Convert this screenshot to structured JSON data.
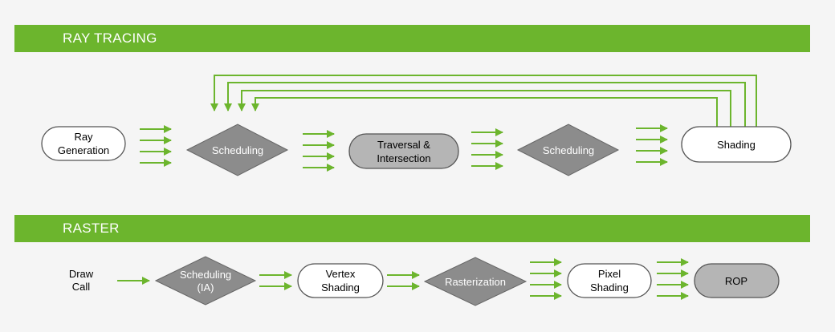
{
  "colors": {
    "accent": "#6cb52d",
    "node_white": "#ffffff",
    "node_gray": "#b5b5b5",
    "diamond": "#8c8c8c",
    "stroke": "#555555"
  },
  "sections": {
    "ray_tracing": {
      "title": "RAY TRACING"
    },
    "raster": {
      "title": "RASTER"
    }
  },
  "ray_tracing": {
    "ray_generation": [
      "Ray",
      "Generation"
    ],
    "scheduling_1": "Scheduling",
    "traversal": [
      "Traversal &",
      "Intersection"
    ],
    "scheduling_2": "Scheduling",
    "shading": "Shading"
  },
  "raster": {
    "draw_call": [
      "Draw",
      "Call"
    ],
    "scheduling_ia": [
      "Scheduling",
      "(IA)"
    ],
    "vertex_shading": [
      "Vertex",
      "Shading"
    ],
    "rasterization": "Rasterization",
    "pixel_shading": [
      "Pixel",
      "Shading"
    ],
    "rop": "ROP"
  }
}
